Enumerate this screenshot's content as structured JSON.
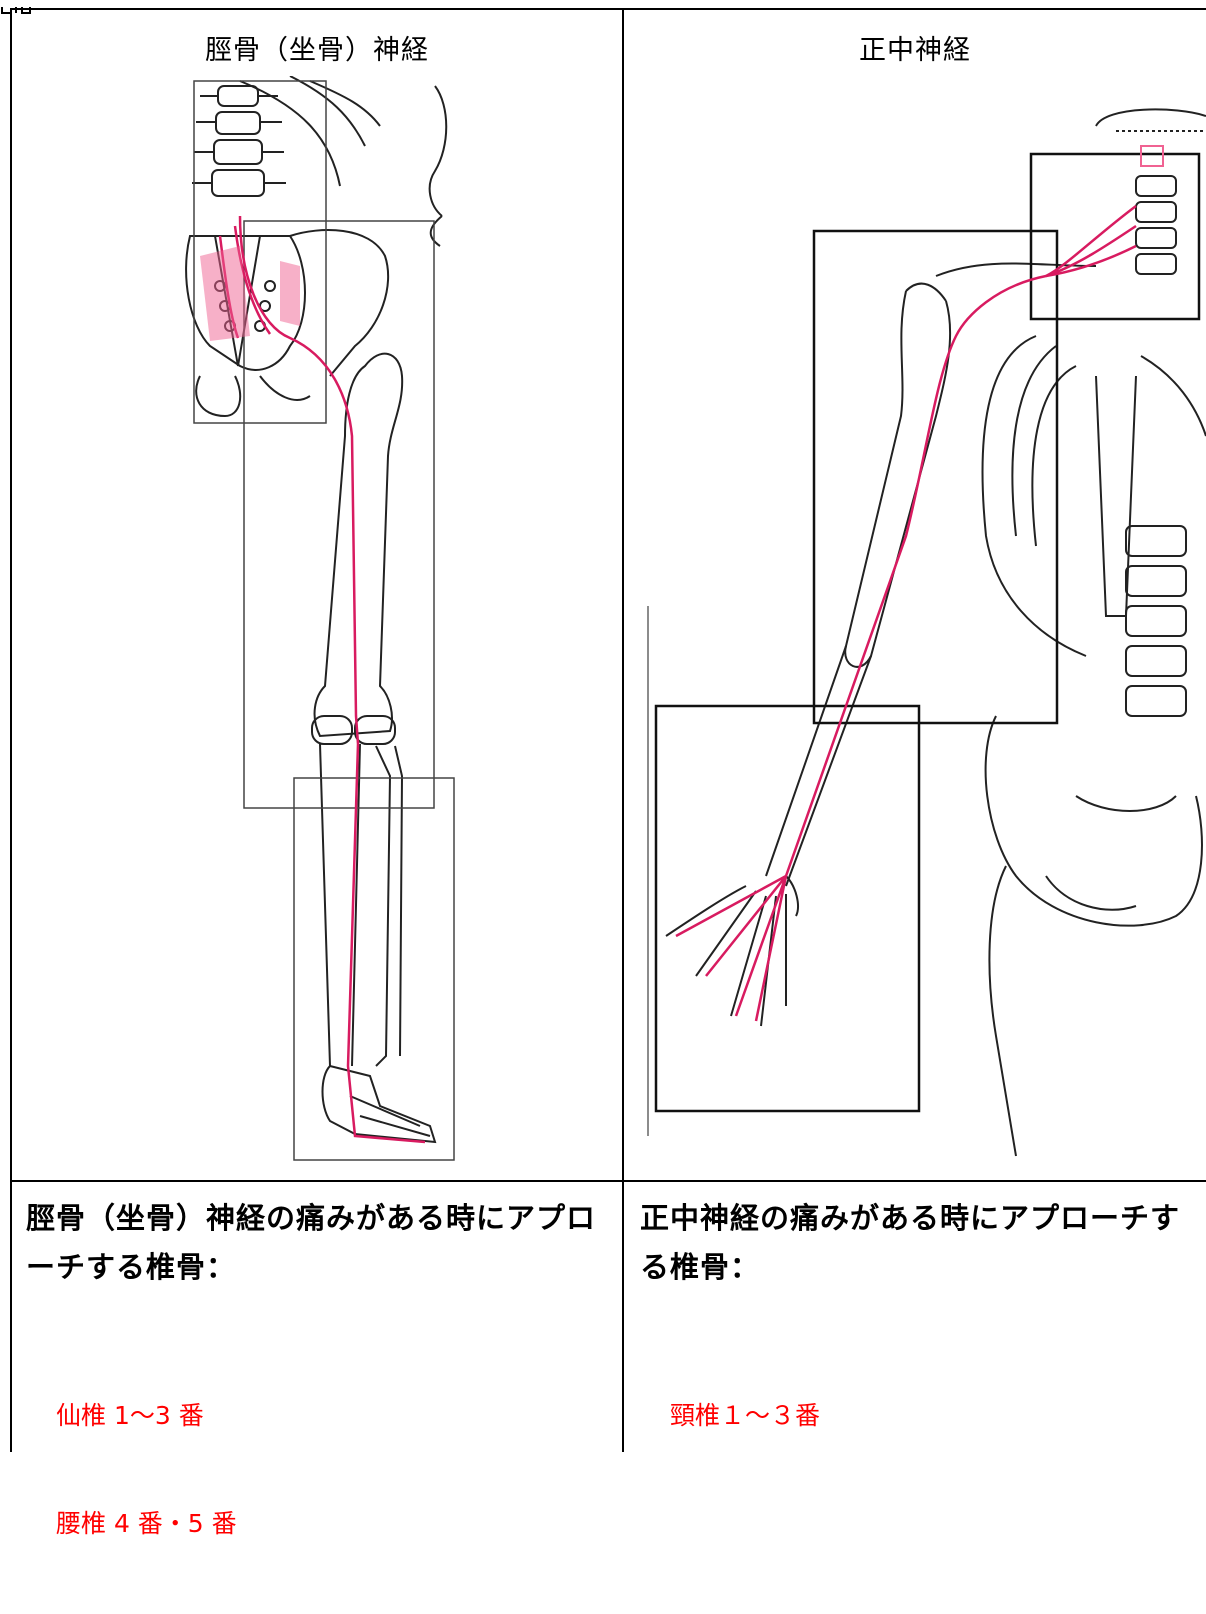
{
  "left_column": {
    "title": "脛骨（坐骨）神経",
    "question": "脛骨（坐骨）神経の痛みがある時にアプローチする椎骨：",
    "answer_lines": [
      "仙椎 1〜3 番",
      "腰椎 4 番・5 番"
    ]
  },
  "right_column": {
    "title": "正中神経",
    "question": "正中神経の痛みがある時にアプローチする椎骨：",
    "answer_lines": [
      "頸椎１〜３番"
    ]
  },
  "colors": {
    "nerve": "#d81b60",
    "nerve_light": "#f06292",
    "answer_text": "#ff0000",
    "bone_outline": "#222222"
  },
  "icons": {
    "left_figure": "sciatic-nerve-skeleton-illustration",
    "right_figure": "median-nerve-skeleton-illustration"
  }
}
